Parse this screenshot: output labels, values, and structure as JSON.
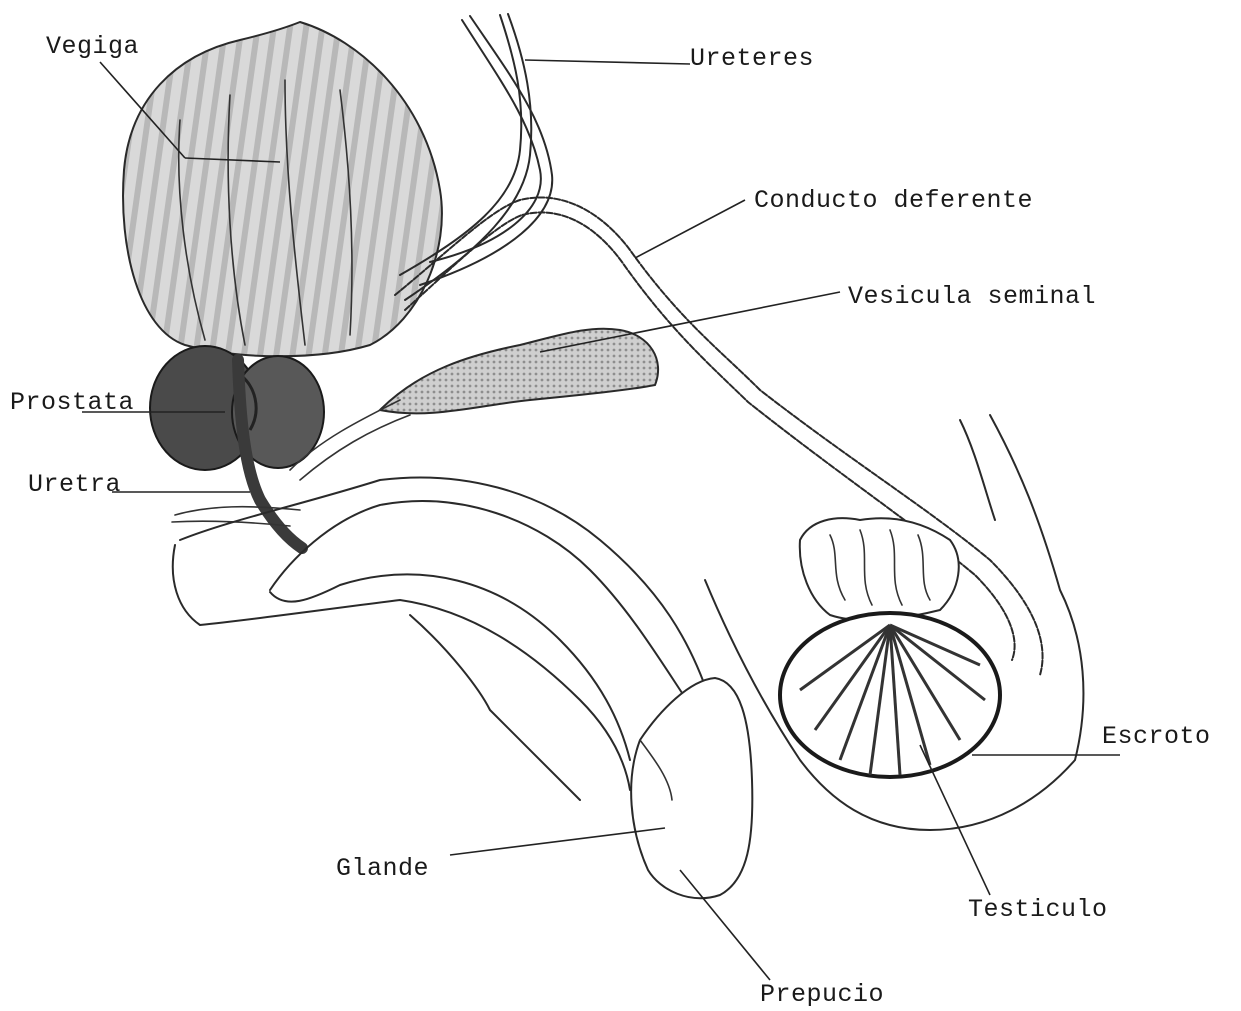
{
  "labels": {
    "vegiga": "Vegiga",
    "ureteres": "Ureteres",
    "conducto_deferente": "Conducto deferente",
    "vesicula_seminal": "Vesicula seminal",
    "prostata": "Prostata",
    "uretra": "Uretra",
    "escroto": "Escroto",
    "glande": "Glande",
    "testiculo": "Testiculo",
    "prepucio": "Prepucio"
  },
  "colors": {
    "line": "#2a2a2a",
    "bladder_shade": "#cfcfcf",
    "prostate_fill": "#4a4a4a",
    "vesicle_shade": "#bdbdbd",
    "background": "#ffffff"
  }
}
